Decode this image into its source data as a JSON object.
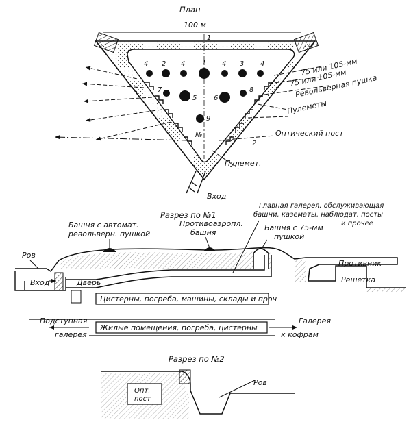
{
  "plan": {
    "title": "План",
    "width_label": "100 м",
    "marker_1": "1",
    "marker_2": "2",
    "no_label": "№",
    "gun_numbers": [
      "4",
      "2",
      "4",
      "1",
      "4",
      "3",
      "4",
      "7",
      "5",
      "6",
      "8",
      "9"
    ],
    "callouts": {
      "gun_75_a": "75 или 105-мм",
      "gun_75_b": "75 или 105-мм",
      "revolver": "Револьверная пушка",
      "mg": "Пулеметы",
      "optical": "Оптический пост",
      "mg_single": "Пулемет.",
      "entry": "Вход"
    }
  },
  "section1": {
    "title": "Разрез по №1",
    "labels": {
      "tower_auto_1": "Башня с автомат.",
      "tower_auto_2": "револьверн. пушкой",
      "aa_1": "Противоаэропл.",
      "aa_2": "башня",
      "tower75_1": "Башня с 75-мм",
      "tower75_2": "пушкой",
      "gallery_1": "Главная галерея, обслуживающая",
      "gallery_2": "башни, казематы, наблюдат. посты",
      "gallery_3": "и прочее",
      "moat": "Ров",
      "entry": "Вход",
      "door": "Дверь",
      "enemy": "Противник",
      "grate": "Решетка",
      "cisterns": "Цистерны, погреба, машины, склады и проч",
      "approach_1": "Подступная",
      "approach_2": "галерея",
      "living": "Жилые помещения, погреба, цистерны",
      "to_coffers_1": "Галерея",
      "to_coffers_2": "к кофрам"
    }
  },
  "section2": {
    "title": "Разрез по №2",
    "moat": "Ров",
    "opt_1": "Опт.",
    "opt_2": "пост"
  }
}
